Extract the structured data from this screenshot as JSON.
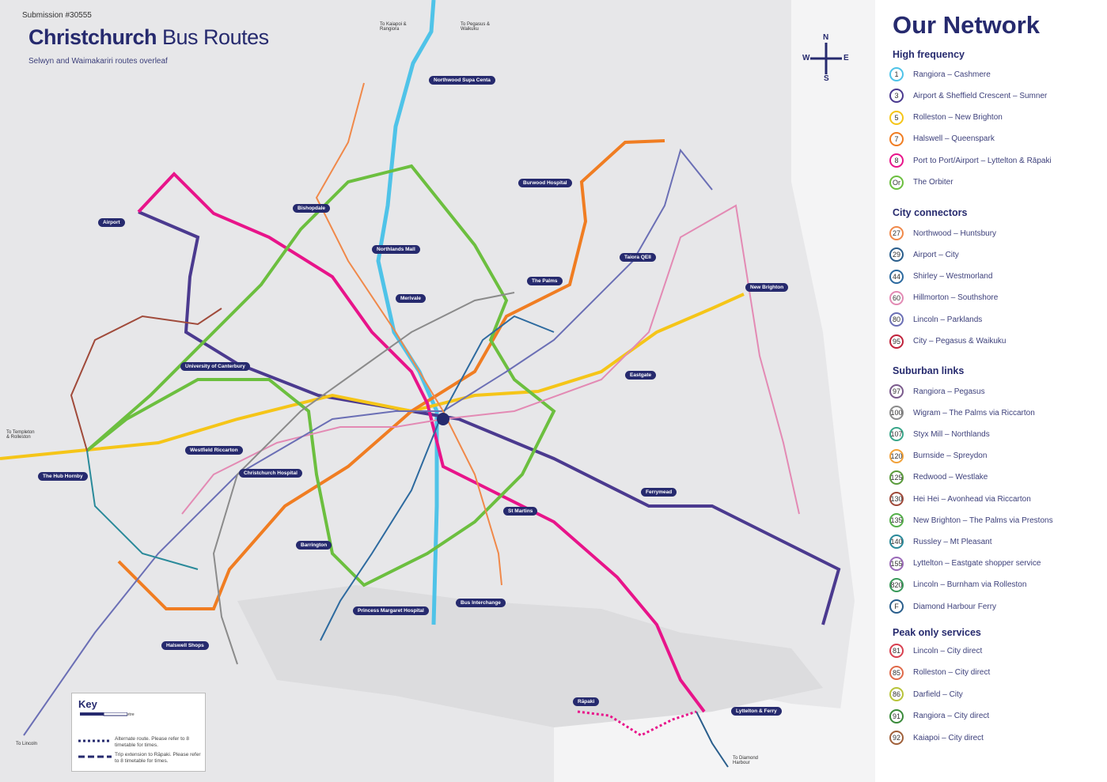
{
  "header": {
    "submission": "Submission #30555",
    "title_bold": "Christchurch",
    "title_rest": " Bus Routes",
    "subtitle": "Selwyn and Waimakariri routes overleaf"
  },
  "compass": {
    "n": "N",
    "s": "S",
    "e": "E",
    "w": "W"
  },
  "key": {
    "title": "Key",
    "scale_0": "0",
    "scale_half": "0.5",
    "scale_1": "1 kilometre",
    "alt_route": "Alternate route. Please refer to 8 timetable for times.",
    "trip_ext": "Trip extension to Rāpaki. Please refer to 8 timetable for times."
  },
  "map_labels": [
    {
      "id": "airport",
      "text": "Airport"
    },
    {
      "id": "bishopdale",
      "text": "Bishopdale"
    },
    {
      "id": "northlands",
      "text": "Northlands Mall"
    },
    {
      "id": "merivale",
      "text": "Merivale"
    },
    {
      "id": "palms",
      "text": "The Palms"
    },
    {
      "id": "burwood",
      "text": "Burwood Hospital"
    },
    {
      "id": "taiora",
      "text": "Taiora QEII"
    },
    {
      "id": "newbrighton",
      "text": "New Brighton"
    },
    {
      "id": "eastgate",
      "text": "Eastgate"
    },
    {
      "id": "uc",
      "text": "University of Canterbury"
    },
    {
      "id": "westfield",
      "text": "Westfield Riccarton"
    },
    {
      "id": "chch_hosp",
      "text": "Christchurch Hospital"
    },
    {
      "id": "hub_hornby",
      "text": "The Hub Hornby"
    },
    {
      "id": "barrington",
      "text": "Barrington"
    },
    {
      "id": "stmartins",
      "text": "St Martins"
    },
    {
      "id": "ferrymead",
      "text": "Ferrymead"
    },
    {
      "id": "pmh",
      "text": "Princess Margaret Hospital"
    },
    {
      "id": "businterchange",
      "text": "Bus Interchange"
    },
    {
      "id": "halswell",
      "text": "Halswell Shops"
    },
    {
      "id": "rapaki",
      "text": "Rāpaki"
    },
    {
      "id": "lyttelton",
      "text": "Lyttelton & Ferry"
    },
    {
      "id": "northwood",
      "text": "Northwood Supa Centa"
    }
  ],
  "map_text": {
    "to_kaiapoi": "To Kaiapoi & Rangiora",
    "to_pegasus": "To Pegasus & Waikuku",
    "to_templeton": "To Templeton & Rolleston",
    "to_lincoln": "To Lincoln",
    "to_diamond": "To Diamond Harbour"
  },
  "panel": {
    "title": "Our Network",
    "sections": [
      {
        "name": "High frequency",
        "routes": [
          {
            "code": "1",
            "name": "Rangiora – Cashmere",
            "color": "#4fc3e8"
          },
          {
            "code": "3",
            "name": "Airport & Sheffield Crescent – Sumner",
            "color": "#4b3a8f"
          },
          {
            "code": "5",
            "name": "Rolleston – New Brighton",
            "color": "#f5c518"
          },
          {
            "code": "7",
            "name": "Halswell – Queenspark",
            "color": "#f07d22"
          },
          {
            "code": "8",
            "name": "Port to Port/Airport – Lyttelton & Rāpaki",
            "color": "#e8148a"
          },
          {
            "code": "Or",
            "name": "The Orbiter",
            "color": "#6cbf3f"
          }
        ]
      },
      {
        "name": "City connectors",
        "routes": [
          {
            "code": "27",
            "name": "Northwood – Huntsbury",
            "color": "#f0894a"
          },
          {
            "code": "29",
            "name": "Airport – City",
            "color": "#2a5e8c"
          },
          {
            "code": "44",
            "name": "Shirley – Westmorland",
            "color": "#2d6a9f"
          },
          {
            "code": "60",
            "name": "Hillmorton – Southshore",
            "color": "#e38ab4"
          },
          {
            "code": "80",
            "name": "Lincoln – Parklands",
            "color": "#6b6fb5"
          },
          {
            "code": "95",
            "name": "City – Pegasus & Waikuku",
            "color": "#c0223b"
          }
        ]
      },
      {
        "name": "Suburban links",
        "routes": [
          {
            "code": "97",
            "name": "Rangiora – Pegasus",
            "color": "#7a5a8c"
          },
          {
            "code": "100",
            "name": "Wigram – The Palms via Riccarton",
            "color": "#8b8b8b"
          },
          {
            "code": "107",
            "name": "Styx Mill – Northlands",
            "color": "#3aa68a"
          },
          {
            "code": "120",
            "name": "Burnside – Spreydon",
            "color": "#f2a23a"
          },
          {
            "code": "125",
            "name": "Redwood – Westlake",
            "color": "#5a9b3c"
          },
          {
            "code": "130",
            "name": "Hei Hei – Avonhead via Riccarton",
            "color": "#a04a3a"
          },
          {
            "code": "135",
            "name": "New Brighton  – The Palms via Prestons",
            "color": "#55b04a"
          },
          {
            "code": "140",
            "name": "Russley – Mt Pleasant",
            "color": "#2a8a9a"
          },
          {
            "code": "155",
            "name": "Lyttelton – Eastgate shopper service",
            "color": "#9a6ab8"
          },
          {
            "code": "820",
            "name": "Lincoln – Burnham via Rolleston",
            "color": "#3a9a5a"
          },
          {
            "code": "F",
            "name": "Diamond Harbour Ferry",
            "color": "#2a5e8c"
          }
        ]
      },
      {
        "name": "Peak only services",
        "routes": [
          {
            "code": "81",
            "name": "Lincoln – City direct",
            "color": "#d94050"
          },
          {
            "code": "85",
            "name": "Rolleston – City direct",
            "color": "#e06a4a"
          },
          {
            "code": "86",
            "name": "Darfield – City",
            "color": "#b8c43a"
          },
          {
            "code": "91",
            "name": "Rangiora – City direct",
            "color": "#3a8a3a"
          },
          {
            "code": "92",
            "name": "Kaiapoi – City direct",
            "color": "#a0603a"
          }
        ]
      }
    ]
  }
}
